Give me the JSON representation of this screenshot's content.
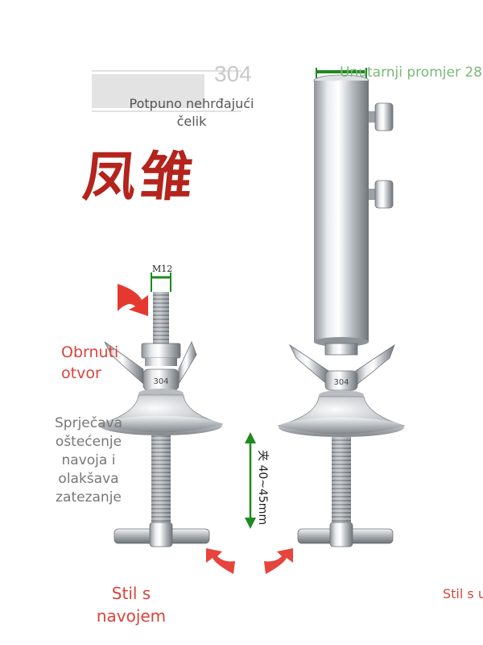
{
  "labels": {
    "grade": "304",
    "material": "Potpuno nehrđajući čelik",
    "brand": "凤雏",
    "inner_diameter": "Unutarnji promjer 28",
    "thread_size": "M12",
    "reverse_hole": "Obrnuti otvor",
    "prevents": "Sprječava oštećenje navoja i olakšava zatezanje",
    "clamp_range": "夹 40~45mm",
    "thread_style_left": "Stil s navojem",
    "thread_style_right": "Stil s u c",
    "nut_stamp": "304"
  },
  "colors": {
    "accent_red": "#d9443a",
    "brand_red": "#b4231c",
    "dimension_green": "#1f8a1f",
    "light_green_text": "#79b879",
    "steel": "#c8ccd0"
  },
  "icons": [
    "red-arrow-icon",
    "double-arrow-icon",
    "dimension-bracket-icon"
  ]
}
